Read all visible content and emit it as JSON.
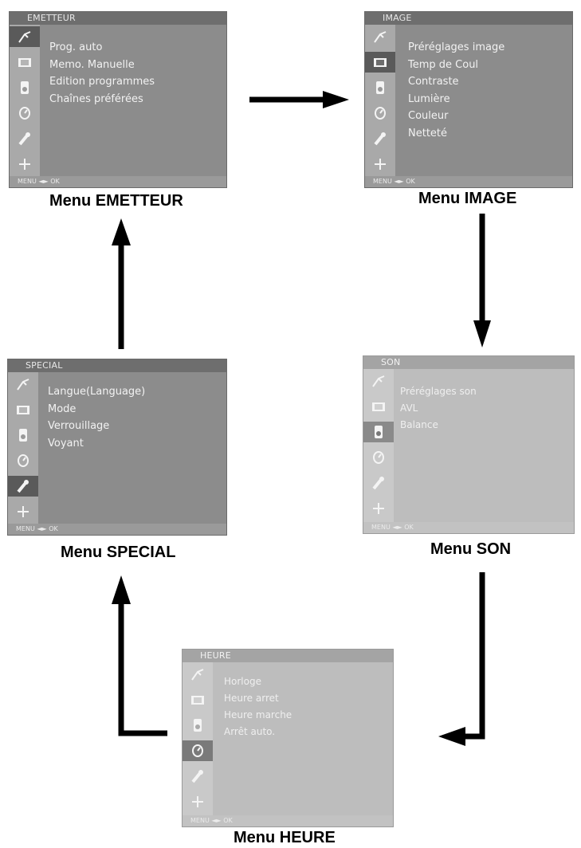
{
  "footer": {
    "text": "MENU ◄► OK"
  },
  "menus": {
    "emetteur": {
      "title": "EMETTEUR",
      "items": [
        "Prog. auto",
        "Memo. Manuelle",
        "Edition programmes",
        "Chaînes préférées"
      ],
      "caption": "Menu EMETTEUR",
      "active_icon": "antenna-icon"
    },
    "image": {
      "title": "IMAGE",
      "items": [
        "Préréglages image",
        "Temp de Coul",
        "Contraste",
        "Lumière",
        "Couleur",
        "Netteté"
      ],
      "caption": "Menu IMAGE",
      "active_icon": "picture-icon"
    },
    "son": {
      "title": "SON",
      "items": [
        "Préréglages son",
        "AVL",
        "Balance"
      ],
      "caption": "Menu SON",
      "active_icon": "speaker-icon"
    },
    "heure": {
      "title": "HEURE",
      "items": [
        "Horloge",
        "Heure arret",
        "Heure marche",
        "Arrêt auto."
      ],
      "caption": "Menu HEURE",
      "active_icon": "clock-icon"
    },
    "special": {
      "title": "SPECIAL",
      "items": [
        "Langue(Language)",
        "Mode",
        "Verrouillage",
        "Voyant"
      ],
      "caption": "Menu SPECIAL",
      "active_icon": "wrench-icon"
    }
  },
  "colors": {
    "menu_dark": "#8c8c8c",
    "menu_light": "#bdbdbd",
    "active_icon_bg": "#5a5a5a",
    "arrow": "#000000"
  }
}
